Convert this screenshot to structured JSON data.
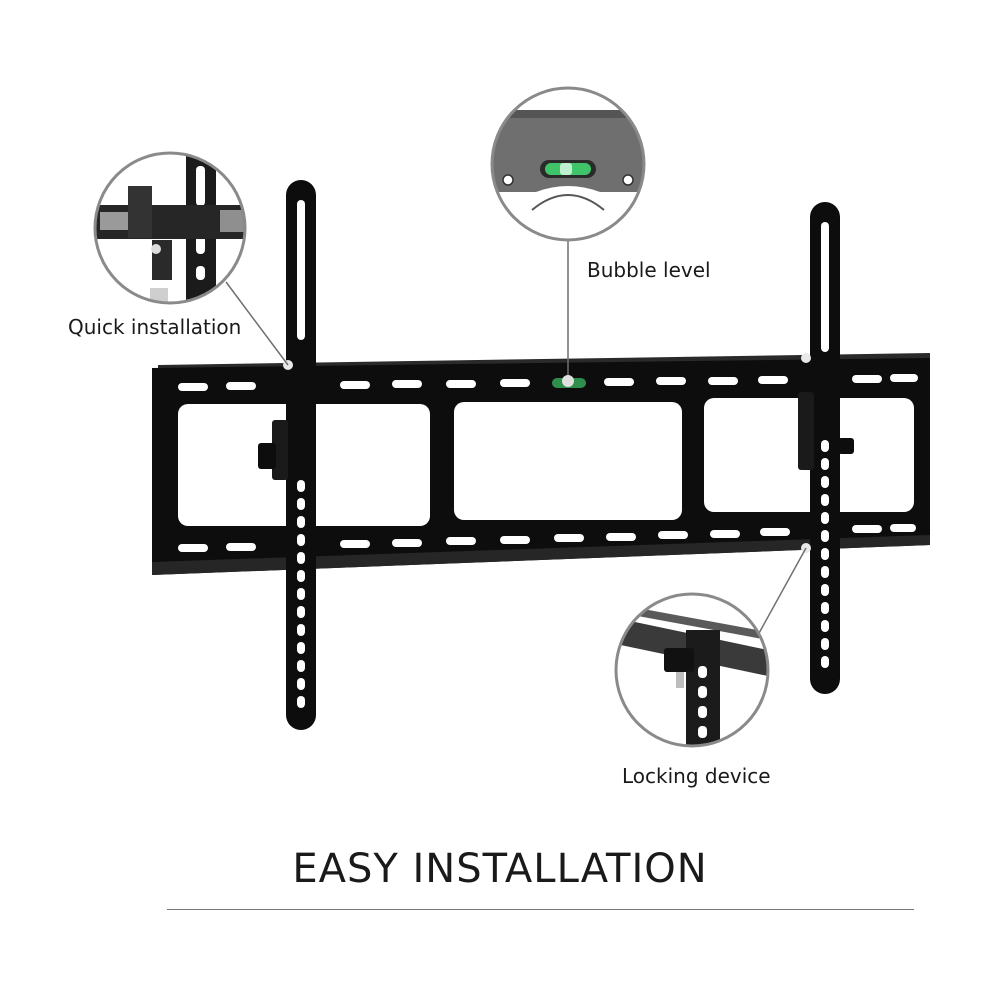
{
  "callouts": {
    "quick_installation": "Quick installation",
    "bubble_level": "Bubble level",
    "locking_device": "Locking device"
  },
  "title": "EASY INSTALLATION",
  "colors": {
    "bracket": "#0d0d0d",
    "callout_ring": "#8a8a8a",
    "leader_line": "#6f6f6f",
    "bubble_vial": "#3fc46a",
    "title_rule": "#777777"
  }
}
